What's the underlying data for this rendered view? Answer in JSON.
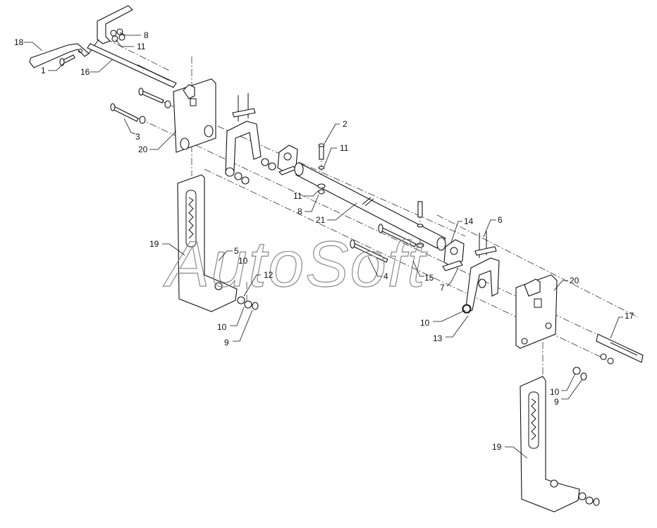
{
  "watermark": "AutoSoft",
  "callouts": [
    {
      "id": "c18a",
      "text": "18"
    },
    {
      "id": "c8a",
      "text": "8"
    },
    {
      "id": "c11a",
      "text": "11"
    },
    {
      "id": "c1",
      "text": "1"
    },
    {
      "id": "c16",
      "text": "16"
    },
    {
      "id": "c3",
      "text": "3"
    },
    {
      "id": "c20a",
      "text": "20"
    },
    {
      "id": "c2",
      "text": "2"
    },
    {
      "id": "c11b",
      "text": "11"
    },
    {
      "id": "c11c",
      "text": "11"
    },
    {
      "id": "c8b",
      "text": "8"
    },
    {
      "id": "c21",
      "text": "21"
    },
    {
      "id": "c14",
      "text": "14"
    },
    {
      "id": "c6",
      "text": "6"
    },
    {
      "id": "c19a",
      "text": "19"
    },
    {
      "id": "c5",
      "text": "5"
    },
    {
      "id": "c10a",
      "text": "10"
    },
    {
      "id": "c12",
      "text": "12"
    },
    {
      "id": "c4",
      "text": "4"
    },
    {
      "id": "c15",
      "text": "15"
    },
    {
      "id": "c7",
      "text": "7"
    },
    {
      "id": "c20b",
      "text": "20"
    },
    {
      "id": "c10b",
      "text": "10"
    },
    {
      "id": "c9a",
      "text": "9"
    },
    {
      "id": "c10c",
      "text": "10"
    },
    {
      "id": "c13",
      "text": "13"
    },
    {
      "id": "c17",
      "text": "17"
    },
    {
      "id": "c10d",
      "text": "10"
    },
    {
      "id": "c9b",
      "text": "9"
    },
    {
      "id": "c19b",
      "text": "19"
    }
  ]
}
